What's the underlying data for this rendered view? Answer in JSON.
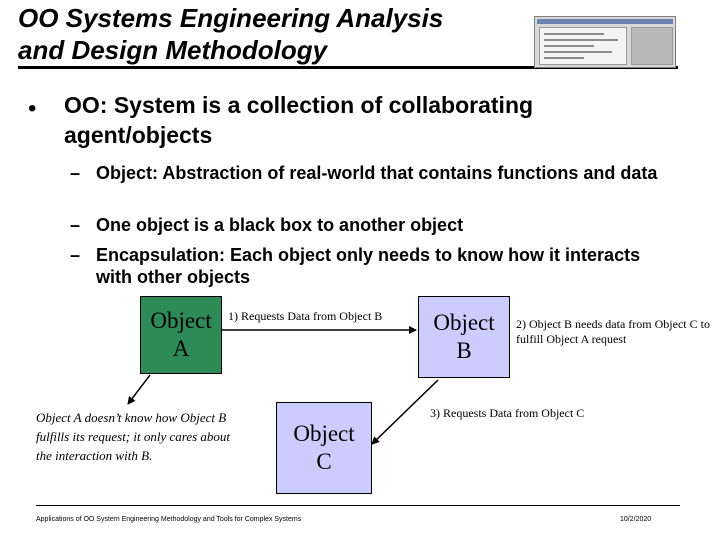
{
  "title": {
    "line1": "OO Systems Engineering Analysis",
    "line2": "and Design Methodology"
  },
  "bullet": {
    "text": "OO: System is a collection of collaborating agent/objects"
  },
  "sub_bullets": [
    "Object: Abstraction of real-world that contains functions and data",
    "One object is a black box to another object",
    "Encapsulation: Each object only needs to know how it interacts with other objects"
  ],
  "diagram": {
    "object_a": "Object\nA",
    "object_b": "Object\nB",
    "object_c": "Object\nC",
    "label_1": "1) Requests Data from Object B",
    "label_2": "2) Object B needs data from Object C to fulfill Object A request",
    "label_3": "3) Requests Data from Object C",
    "note": "Object A doesn’t know how Object B fulfills its request; it only cares about the interaction with B.",
    "colors": {
      "object_a": "#2e8b57",
      "object_b": "#ccccff",
      "object_c": "#ccccff"
    }
  },
  "footer": {
    "left": "Applications of OO System Engineering Methodology and Tools for Complex Systems",
    "right": "10/2/2020"
  }
}
